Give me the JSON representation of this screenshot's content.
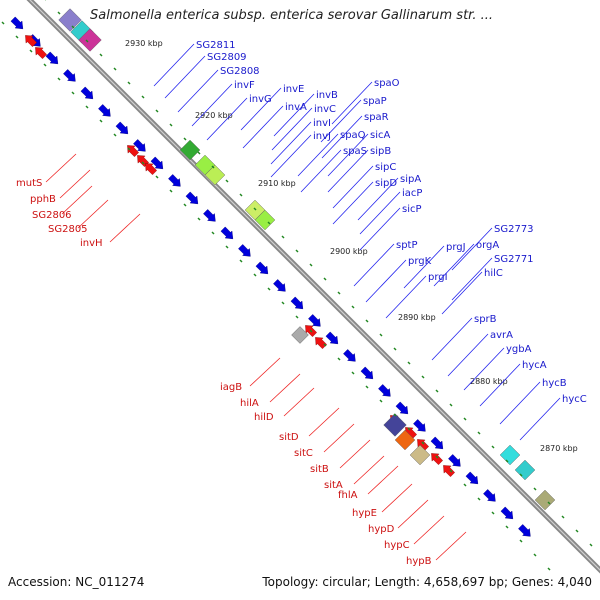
{
  "title": "Salmonella enterica subsp. enterica serovar Gallinarum str. ...",
  "footer": {
    "accession": "Accession: NC_011274",
    "summary": "Topology: circular; Length: 4,658,697 bp; Genes: 4,040"
  },
  "colors": {
    "backbone": "#888888",
    "forward_gene": "#0000dd",
    "reverse_gene": "#ee1111",
    "forward_label": "#1a1acc",
    "reverse_label": "#cc1111",
    "tick_mark": "#228822"
  },
  "scale_ticks": [
    "2930 kbp",
    "2920 kbp",
    "2910 kbp",
    "2900 kbp",
    "2890 kbp",
    "2880 kbp",
    "2870 kbp"
  ],
  "forward_labels": [
    "SG2811",
    "SG2809",
    "SG2808",
    "invF",
    "invG",
    "invE",
    "invA",
    "invB",
    "invC",
    "invI",
    "invJ",
    "spaO",
    "spaP",
    "spaQ",
    "spaR",
    "spaS",
    "sicA",
    "sipB",
    "sipC",
    "sipD",
    "sipA",
    "iacP",
    "sicP",
    "sptP",
    "prgK",
    "prgJ",
    "prgI",
    "orgA",
    "SG2773",
    "SG2771",
    "hilC",
    "sprB",
    "avrA",
    "ygbA",
    "hycA",
    "hycB",
    "hycC"
  ],
  "reverse_labels": [
    "mutS",
    "pphB",
    "SG2806",
    "SG2805",
    "invH",
    "iagB",
    "hilA",
    "hilD",
    "sitD",
    "sitC",
    "sitB",
    "sitA",
    "fhlA",
    "hypE",
    "hypD",
    "hypC",
    "hypB"
  ]
}
